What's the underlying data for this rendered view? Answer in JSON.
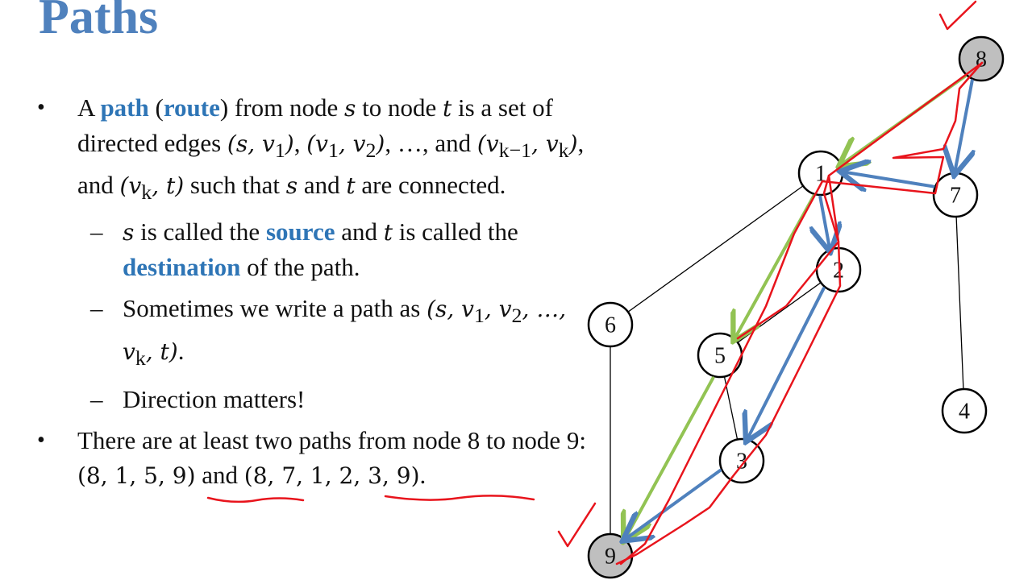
{
  "title": "Paths",
  "bullets": [
    {
      "parts": [
        {
          "t": "A "
        },
        {
          "t": "path",
          "hl": true
        },
        {
          "t": " ("
        },
        {
          "t": "route",
          "hl": true
        },
        {
          "t": ") from node "
        },
        {
          "t": "s",
          "m": true
        },
        {
          "t": " to node "
        },
        {
          "t": "t",
          "m": true
        },
        {
          "t": " is a set of directed edges "
        },
        {
          "t": "(s, v",
          "m": true
        },
        {
          "t": "1",
          "sub": true
        },
        {
          "t": ")",
          "m": true
        },
        {
          "t": ", "
        },
        {
          "t": "(v",
          "m": true
        },
        {
          "t": "1",
          "sub": true
        },
        {
          "t": ", v",
          "m": true
        },
        {
          "t": "2",
          "sub": true
        },
        {
          "t": ")",
          "m": true
        },
        {
          "t": ", …, and "
        },
        {
          "t": "(v",
          "m": true
        },
        {
          "t": "k−1",
          "sub": true
        },
        {
          "t": ", v",
          "m": true
        },
        {
          "t": "k",
          "sub": true
        },
        {
          "t": ")",
          "m": true
        },
        {
          "t": ", and "
        },
        {
          "t": "(v",
          "m": true
        },
        {
          "t": "k",
          "sub": true
        },
        {
          "t": ", t)",
          "m": true
        },
        {
          "t": " such that "
        },
        {
          "t": "s",
          "m": true
        },
        {
          "t": " and "
        },
        {
          "t": "t",
          "m": true
        },
        {
          "t": " are connected."
        }
      ],
      "subs": [
        [
          {
            "t": "s",
            "m": true
          },
          {
            "t": " is called the "
          },
          {
            "t": "source",
            "hl": true
          },
          {
            "t": " and "
          },
          {
            "t": "t",
            "m": true
          },
          {
            "t": " is called the "
          },
          {
            "t": "destination",
            "hl": true
          },
          {
            "t": " of the path."
          }
        ],
        [
          {
            "t": "Sometimes we write a path as "
          },
          {
            "t": "(s, v",
            "m": true
          },
          {
            "t": "1",
            "sub": true
          },
          {
            "t": ", v",
            "m": true
          },
          {
            "t": "2",
            "sub": true
          },
          {
            "t": ", …, v",
            "m": true
          },
          {
            "t": "k",
            "sub": true
          },
          {
            "t": ", t)",
            "m": true
          },
          {
            "t": "."
          }
        ],
        [
          {
            "t": "Direction matters!"
          }
        ]
      ]
    },
    {
      "parts": [
        {
          "t": "There are at least two paths from node 8 to node 9: "
        },
        {
          "t": "(8, 1, 5, 9)",
          "n": true
        },
        {
          "t": " and "
        },
        {
          "t": "(8, 7, 1, 2, 3, 9)",
          "n": true
        },
        {
          "t": "."
        }
      ],
      "subs": []
    }
  ],
  "graph": {
    "nodes": [
      {
        "id": "8",
        "shaded": true
      },
      {
        "id": "1",
        "shaded": false
      },
      {
        "id": "7",
        "shaded": false
      },
      {
        "id": "2",
        "shaded": false
      },
      {
        "id": "6",
        "shaded": false
      },
      {
        "id": "5",
        "shaded": false
      },
      {
        "id": "4",
        "shaded": false
      },
      {
        "id": "3",
        "shaded": false
      },
      {
        "id": "9",
        "shaded": true
      }
    ],
    "edges": [
      [
        "1",
        "6"
      ],
      [
        "6",
        "9"
      ],
      [
        "5",
        "2"
      ],
      [
        "5",
        "3"
      ],
      [
        "7",
        "4"
      ]
    ],
    "path_green": [
      "8",
      "1",
      "5",
      "9"
    ],
    "path_blue": [
      "8",
      "7",
      "1",
      "2",
      "3",
      "9"
    ],
    "colors": {
      "green": "#92c353",
      "blue": "#4f81bd",
      "red": "#e8141c",
      "title": "#4f81bd",
      "highlight": "#2e75b6",
      "node_shade": "#bfbfbf"
    }
  }
}
